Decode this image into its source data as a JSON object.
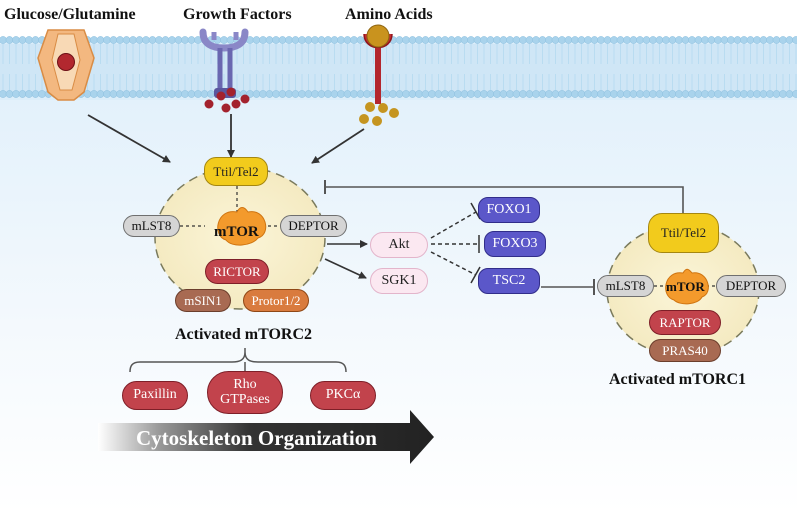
{
  "external_signals": {
    "glucose": "Glucose/Glutamine",
    "growth_factors": "Growth Factors",
    "amino_acids": "Amino Acids"
  },
  "mtorc2": {
    "title": "Activated mTORC2",
    "ttil": "Ttil/Tel2",
    "mlst8": "mLST8",
    "mtor": "mTOR",
    "deptor": "DEPTOR",
    "rictor": "RICTOR",
    "msin1": "mSIN1",
    "protor": "Protor1/2"
  },
  "mtorc1": {
    "title": "Activated mTORC1",
    "ttil": "Ttil/Tel2",
    "mlst8": "mLST8",
    "mtor": "mTOR",
    "deptor": "DEPTOR",
    "raptor": "RAPTOR",
    "pras40": "PRAS40"
  },
  "effectors": {
    "akt": "Akt",
    "sgk1": "SGK1",
    "foxo1": "FOXO1",
    "foxo3": "FOXO3",
    "tsc2": "TSC2"
  },
  "downstream": {
    "paxillin": "Paxillin",
    "rho_line1": "Rho",
    "rho_line2": "GTPases",
    "pkca": "PKCα",
    "cytoskeleton": "Cytoskeleton Organization"
  },
  "colors": {
    "membrane": "#a9d3ec",
    "complex_fill": "#f7efc8",
    "red_protein": "#c2434c",
    "blue_protein": "#5b57c9",
    "yellow_protein": "#f2cb1c"
  }
}
